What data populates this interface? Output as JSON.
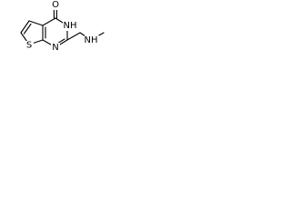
{
  "molecule": {
    "atoms": {
      "carbonyl_oxygen": "O",
      "ring_nh": "NH",
      "pyrimidine_n": "N",
      "thiophene_s": "S",
      "amine_nh": "NH"
    },
    "bond_color": "#000000",
    "background_color": "#ffffff"
  }
}
